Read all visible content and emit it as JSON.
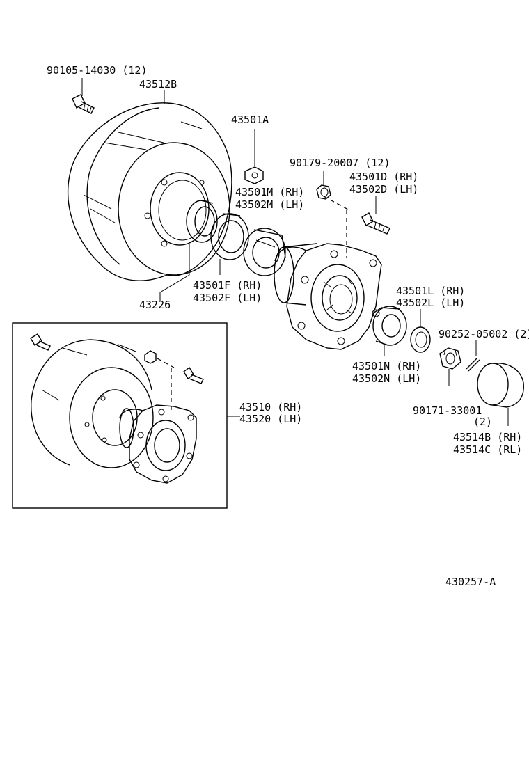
{
  "labels": {
    "bolt_90105": "90105-14030 (12)",
    "drum_43512B": "43512B",
    "part_43501A": "43501A",
    "nut_90179": "90179-20007 (12)",
    "bolt_43501D": "43501D (RH)",
    "bolt_43502D": "43502D (LH)",
    "bearing_43501M": "43501M (RH)",
    "bearing_43502M": "43502M (LH)",
    "seal_43226": "43226",
    "race_43501F": "43501F (RH)",
    "race_43502F": "43502F (LH)",
    "race_43501L": "43501L (RH)",
    "race_43502L": "43502L (LH)",
    "pin_90252": "90252-05002 (2)",
    "bearing_43501N": "43501N (RH)",
    "bearing_43502N": "43502N (LH)",
    "assy_43510": "43510 (RH)",
    "assy_43520": "43520 (LH)",
    "nut_90171": "90171-33001",
    "nut_90171_qty": "(2)",
    "cap_43514B": "43514B (RH)",
    "cap_43514C": "43514C (RL)",
    "figure_id": "430257-A"
  }
}
